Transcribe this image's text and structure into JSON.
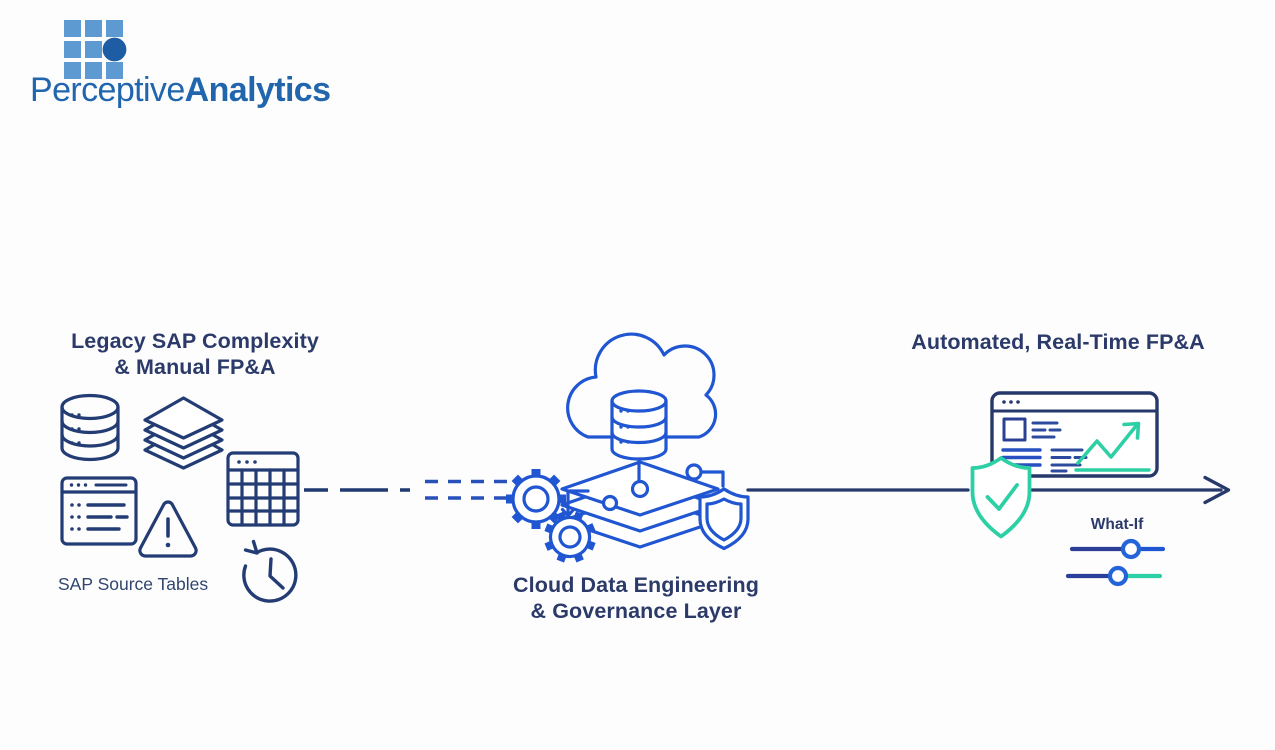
{
  "logo": {
    "brand_regular": "Perceptive",
    "brand_bold": "Analytics"
  },
  "stages": {
    "legacy": {
      "title_line1": "Legacy SAP Complexity",
      "title_line2": "& Manual FP&A",
      "caption": "SAP Source Tables",
      "icons": [
        "database-icon",
        "layers-stack-icon",
        "spreadsheet-grid-icon",
        "report-window-icon",
        "warning-triangle-icon",
        "history-clock-icon"
      ]
    },
    "cloud": {
      "title_line1": "Cloud Data Engineering",
      "title_line2": "& Governance Layer",
      "icons": [
        "cloud-icon",
        "cloud-database-icon",
        "data-layers-icon",
        "gears-icon",
        "governance-shield-icon"
      ]
    },
    "automated": {
      "title": "Automated, Real-Time FP&A",
      "what_if_label": "What-If",
      "icons": [
        "dashboard-window-icon",
        "trend-chart-icon",
        "shield-check-icon",
        "what-if-sliders-icon"
      ]
    }
  },
  "flow": {
    "left_connector": "dashed-line",
    "right_connector": "solid-arrow"
  },
  "colors": {
    "icon_navy": "#233d74",
    "heading_navy": "#2b3a68",
    "bright_blue": "#2156d2",
    "royal_blue": "#2750b8",
    "arrow_navy": "#27386b",
    "teal": "#2dcfa4",
    "logo_square_blue": "#5d9ad2",
    "logo_circle_blue": "#1e5ca4",
    "logo_text_blue": "#2166ad",
    "background": "#fdfdfe"
  }
}
